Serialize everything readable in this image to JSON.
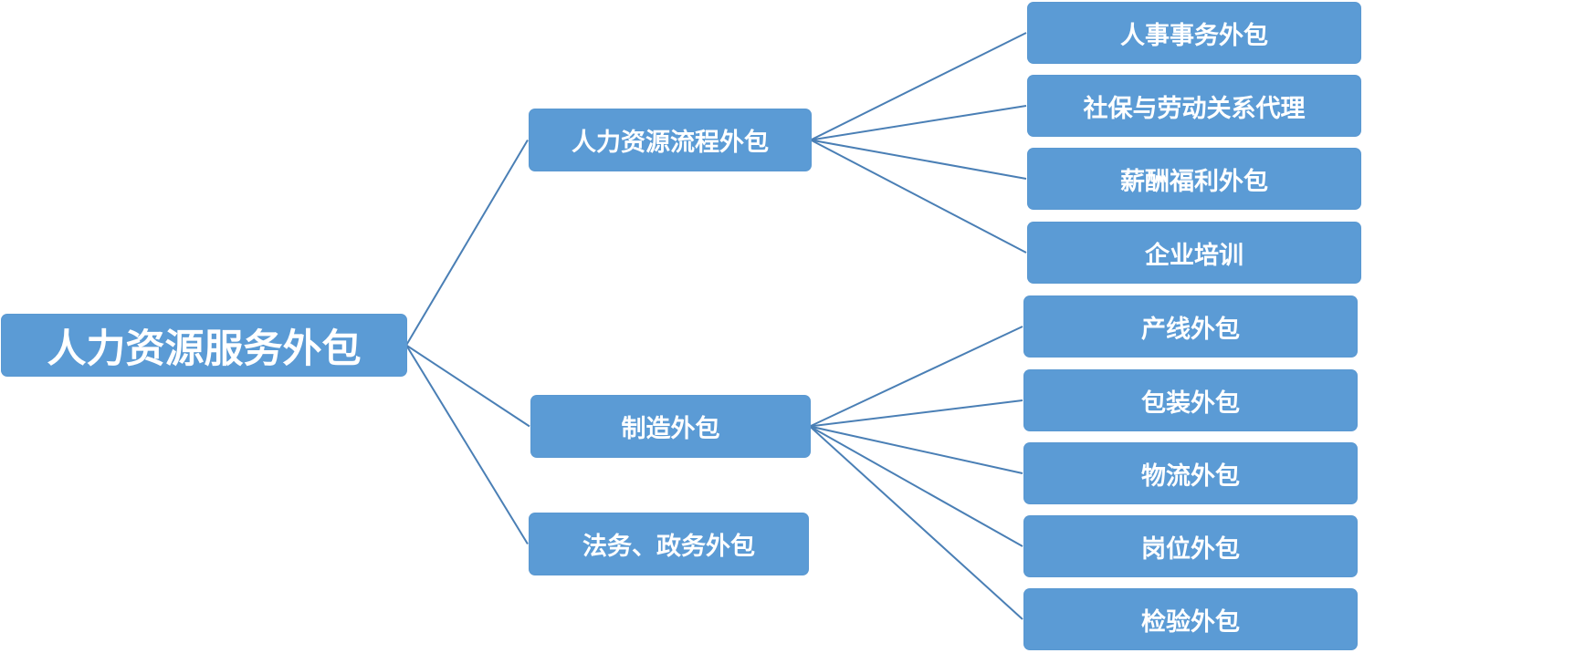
{
  "diagram": {
    "root": "人力资源服务外包",
    "branches": [
      {
        "label": "人力资源流程外包",
        "children": [
          "人事事务外包",
          "社保与劳动关系代理",
          "薪酬福利外包",
          "企业培训"
        ]
      },
      {
        "label": "制造外包",
        "children": [
          "产线外包",
          "包装外包",
          "物流外包",
          "岗位外包",
          "检验外包"
        ]
      },
      {
        "label": "法务、政务外包",
        "children": []
      }
    ]
  },
  "colors": {
    "node_fill": "#5b9bd5",
    "node_text": "#ffffff",
    "connector": "#4a7fb5"
  }
}
